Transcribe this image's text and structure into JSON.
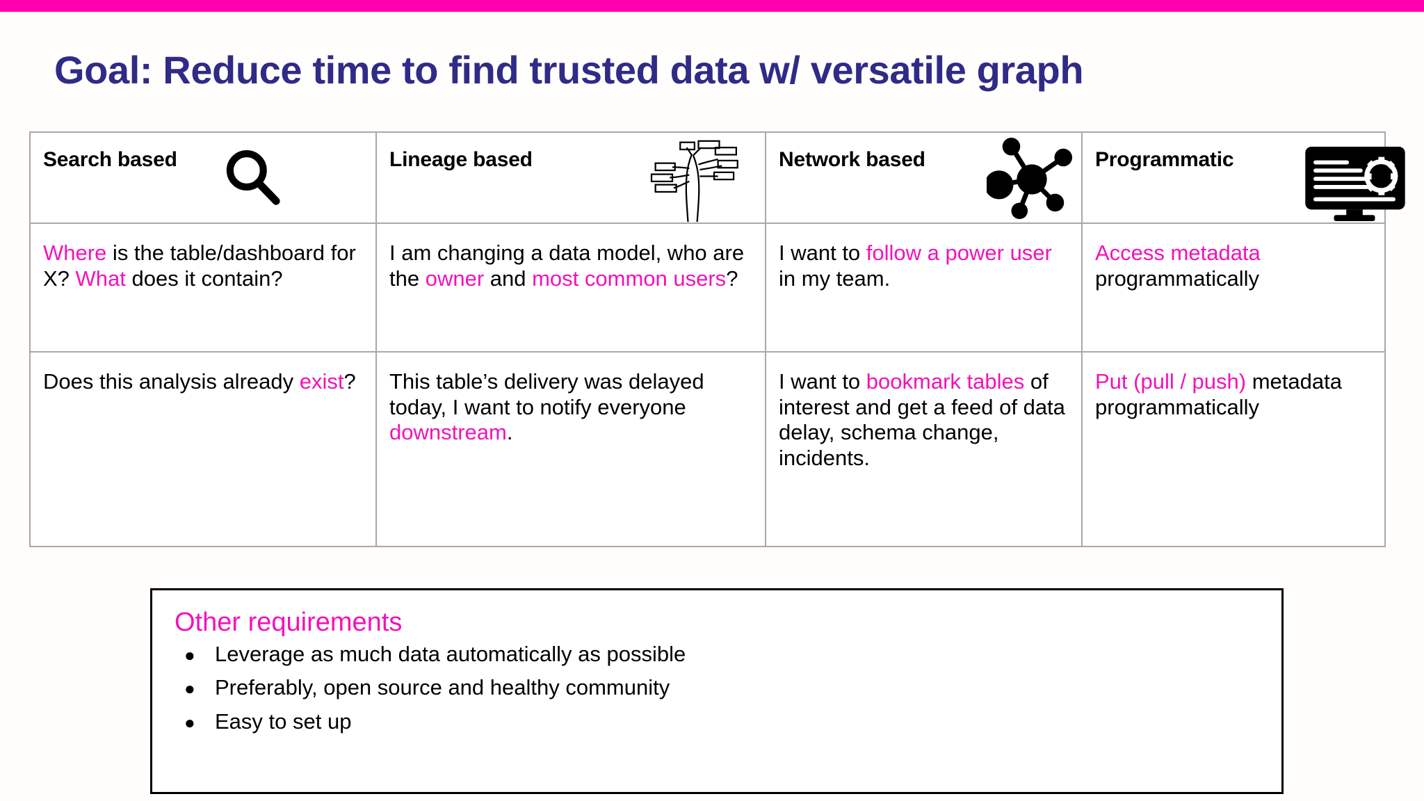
{
  "accent_colors": {
    "top_bar_pink": "#ff00b0",
    "title_indigo": "#2f2b86",
    "highlight_pink": "#f312ba",
    "table_border_gray": "#a8a8a8",
    "box_border_black": "#000000"
  },
  "title": "Goal: Reduce time to find trusted data w/ versatile graph",
  "matrix": {
    "headers": [
      {
        "label": "Search based",
        "icon": "magnifying-glass-icon"
      },
      {
        "label": "Lineage based",
        "icon": "lineage-tree-icon"
      },
      {
        "label": "Network based",
        "icon": "network-graph-icon"
      },
      {
        "label": "Programmatic",
        "icon": "monitor-gear-icon"
      }
    ],
    "rows": [
      {
        "cells": [
          {
            "segments": [
              {
                "text": "Where",
                "highlight": true
              },
              {
                "text": " is the table/dashboard for X? ",
                "highlight": false
              },
              {
                "text": "What",
                "highlight": true
              },
              {
                "text": " does it contain?",
                "highlight": false
              }
            ]
          },
          {
            "segments": [
              {
                "text": "I am changing a data model, who are the ",
                "highlight": false
              },
              {
                "text": "owner",
                "highlight": true
              },
              {
                "text": " and ",
                "highlight": false
              },
              {
                "text": "most common users",
                "highlight": true
              },
              {
                "text": "?",
                "highlight": false
              }
            ]
          },
          {
            "segments": [
              {
                "text": "I want to ",
                "highlight": false
              },
              {
                "text": "follow a power user",
                "highlight": true
              },
              {
                "text": " in my team.",
                "highlight": false
              }
            ]
          },
          {
            "segments": [
              {
                "text": "Access metadata",
                "highlight": true
              },
              {
                "text": " programmatically",
                "highlight": false
              }
            ]
          }
        ]
      },
      {
        "cells": [
          {
            "segments": [
              {
                "text": "Does this analysis already ",
                "highlight": false
              },
              {
                "text": "exist",
                "highlight": true
              },
              {
                "text": "?",
                "highlight": false
              }
            ]
          },
          {
            "segments": [
              {
                "text": "This table’s delivery was delayed today, I want to notify everyone ",
                "highlight": false
              },
              {
                "text": "downstream",
                "highlight": true
              },
              {
                "text": ".",
                "highlight": false
              }
            ]
          },
          {
            "segments": [
              {
                "text": "I want to ",
                "highlight": false
              },
              {
                "text": "bookmark tables",
                "highlight": true
              },
              {
                "text": " of interest and get a feed of data delay, schema change, incidents.",
                "highlight": false
              }
            ]
          },
          {
            "segments": [
              {
                "text": "Put (pull / push)",
                "highlight": true
              },
              {
                "text": " metadata programmatically",
                "highlight": false
              }
            ]
          }
        ]
      }
    ]
  },
  "requirements": {
    "title": "Other requirements",
    "bullet_glyph": "●",
    "items": [
      "Leverage as much data automatically as possible",
      "Preferably, open source and healthy community",
      "Easy to set up"
    ]
  }
}
